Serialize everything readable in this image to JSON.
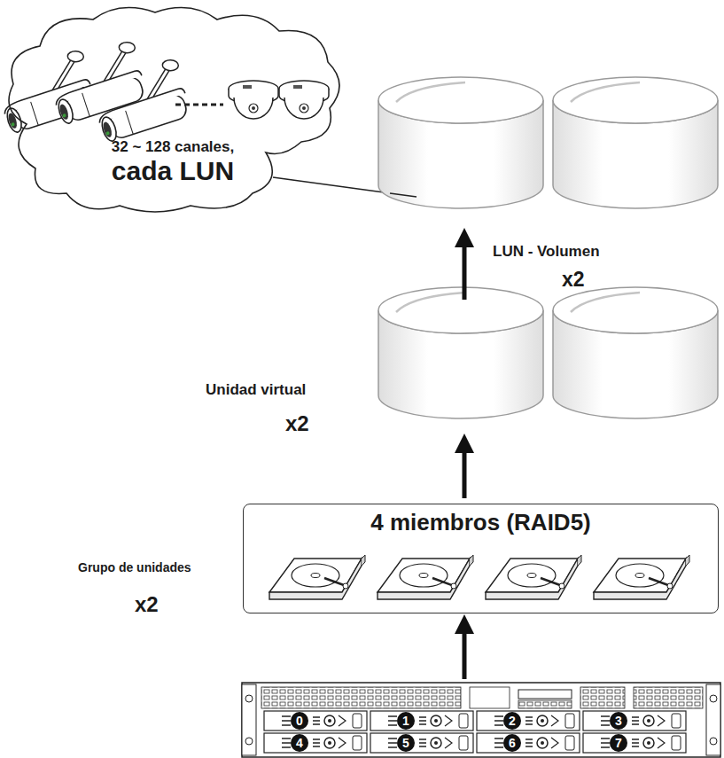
{
  "diagram": {
    "nodes": [
      {
        "text": [
          "32 ~ 128 canales,",
          "cada LUN"
        ]
      },
      {
        "text": [
          "4 miembros (RAID5)"
        ]
      }
    ],
    "labels": [
      "LUN - Volumen",
      "x2",
      "Unidad virtual",
      "x2",
      "Grupo de unidades",
      "x2",
      "0",
      "1",
      "2",
      "3",
      "4",
      "5",
      "6",
      "7"
    ]
  }
}
